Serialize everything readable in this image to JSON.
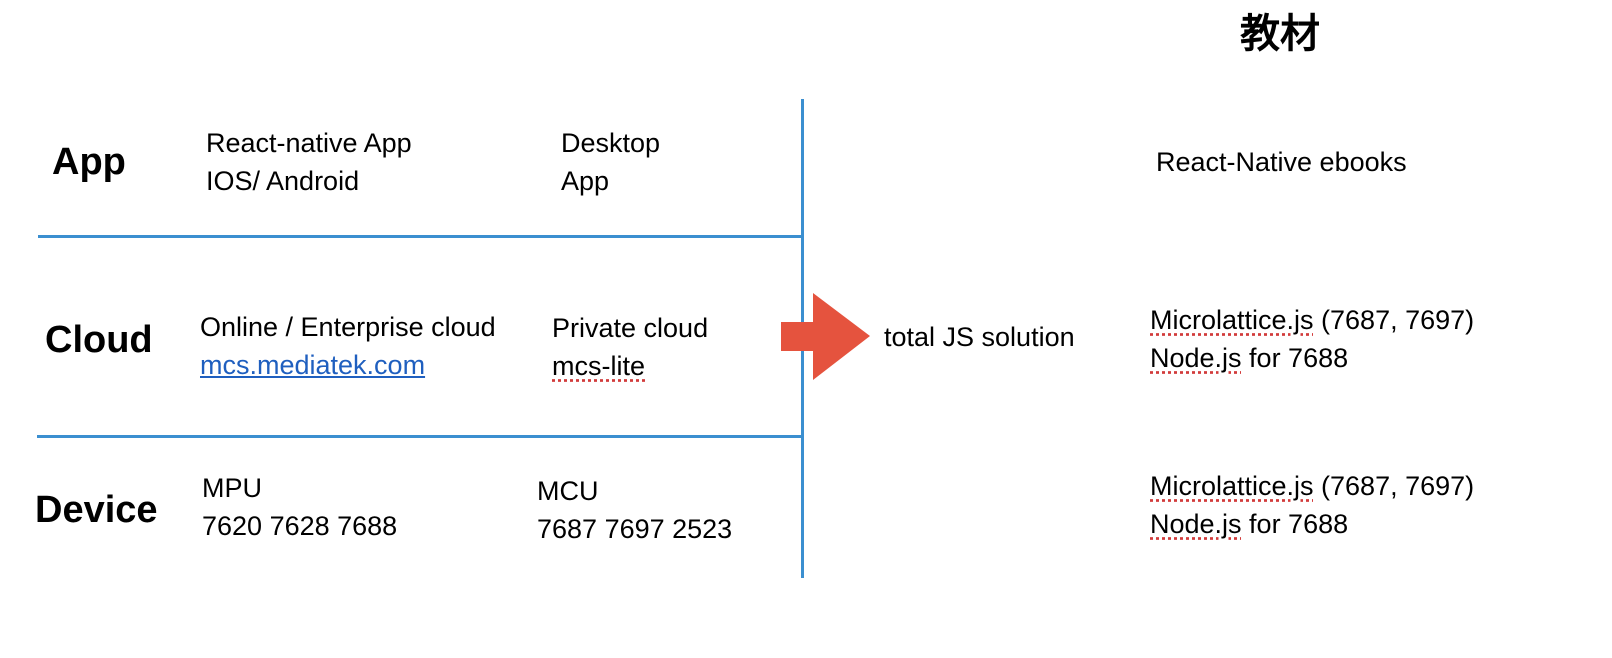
{
  "title": "教材",
  "rows": {
    "app": {
      "label": "App",
      "col1": [
        "React-native App",
        "IOS/ Android"
      ],
      "col2": [
        "Desktop",
        "App"
      ]
    },
    "cloud": {
      "label": "Cloud",
      "col1_line1": "Online / Enterprise cloud",
      "col1_link": "mcs.mediatek.com",
      "col2_line1": "Private cloud",
      "col2_line2": "mcs-lite"
    },
    "device": {
      "label": "Device",
      "col1": [
        "MPU",
        "7620 7628 7688"
      ],
      "col2": [
        "MCU",
        "7687 7697 2523"
      ]
    }
  },
  "arrow_label": "total JS solution",
  "materials": {
    "app": "React-Native ebooks",
    "cloud": {
      "line1_word": "Microlattice.js",
      "line1_rest": " (7687, 7697)",
      "line2_word": "Node.js",
      "line2_rest": " for 7688"
    },
    "device": {
      "line1_word": "Microlattice.js",
      "line1_rest": " (7687, 7697)",
      "line2_word": "Node.js",
      "line2_rest": " for 7688"
    }
  },
  "colors": {
    "divider": "#3b8fd0",
    "arrow": "#e5533e",
    "link": "#1f5fbf"
  }
}
